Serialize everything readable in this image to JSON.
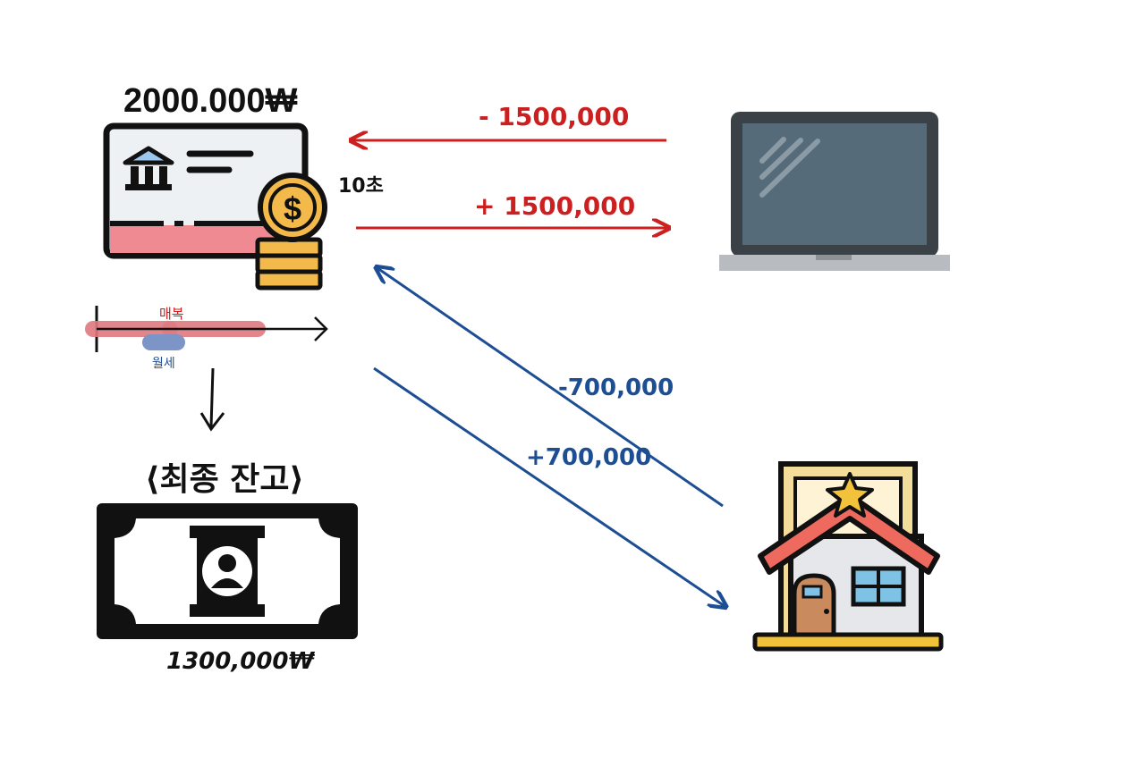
{
  "balance": {
    "initial": "2000.000₩",
    "final": "1300,000₩"
  },
  "time_label": "10초",
  "final_title": "⟨최종 잔고⟩",
  "timeline": {
    "red_label": "매복",
    "blue_label": "월세"
  },
  "flows": {
    "laptop_out": "- 1500,000",
    "laptop_in": "+ 1500,000",
    "house_out": "-700,000",
    "house_in": "+700,000"
  },
  "colors": {
    "red": "#cc1f1f",
    "blue": "#1d4e94",
    "black": "#111111",
    "pink_bar": "#e07a80",
    "blue_bar": "#7c95c6",
    "gold": "#f3b94a",
    "card_pink": "#f08a92",
    "laptop_screen": "#566b79",
    "laptop_body": "#3a4147",
    "roof": "#ef6a5e",
    "frame": "#f3dd9a"
  },
  "icons": [
    "bank-card-icon",
    "coin-stack-icon",
    "laptop-icon",
    "house-icon",
    "banknote-icon"
  ]
}
